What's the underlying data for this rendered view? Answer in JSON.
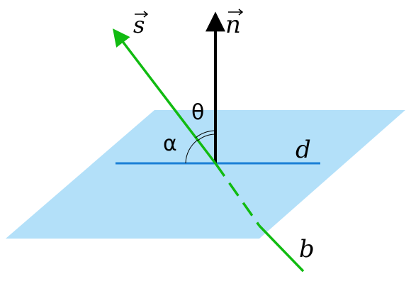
{
  "labels": {
    "direction_vector": "s",
    "normal_vector": "n",
    "theta": "θ",
    "alpha": "α",
    "line_in_plane": "d",
    "line_b": "b"
  },
  "colors": {
    "plane": "#b3e0f9",
    "line_in_plane": "#1a7fd6",
    "line_b": "#11bb11",
    "normal": "#000000",
    "text": "#000000"
  }
}
